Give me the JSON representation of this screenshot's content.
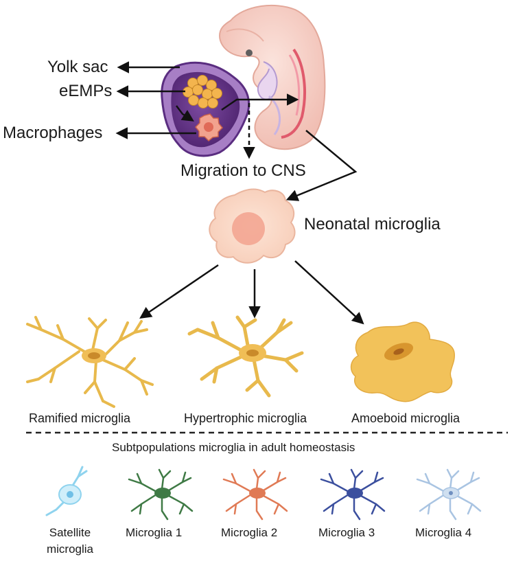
{
  "embryo_labels": {
    "yolk_sac": "Yolk sac",
    "eemps": "eEMPs",
    "macrophages": "Macrophages",
    "migration": "Migration to CNS"
  },
  "neonatal": {
    "label": "Neonatal microglia"
  },
  "morphologies": [
    {
      "label": "Ramified microglia"
    },
    {
      "label": "Hypertrophic microglia"
    },
    {
      "label": "Amoeboid microglia"
    }
  ],
  "subpopulations": {
    "title": "Subtpopulations  microglia in adult homeostasis",
    "items": [
      {
        "line1": "Satellite",
        "line2": "microglia",
        "color": "#8fd3ee"
      },
      {
        "line1": "Microglia 1",
        "color": "#3f7a45"
      },
      {
        "line1": "Microglia 2",
        "color": "#e07a55"
      },
      {
        "line1": "Microglia 3",
        "color": "#3b4f9e"
      },
      {
        "line1": "Microglia 4",
        "color": "#a9c4e2"
      }
    ]
  },
  "colors": {
    "embryo": "#f5c8c0",
    "yolk_sac": "#6b3a8f",
    "eemp": "#f0b04a",
    "macrophage": "#e27a6a",
    "microglia_body": "#f0c05a",
    "neonatal_body": "#fbd8c8"
  }
}
